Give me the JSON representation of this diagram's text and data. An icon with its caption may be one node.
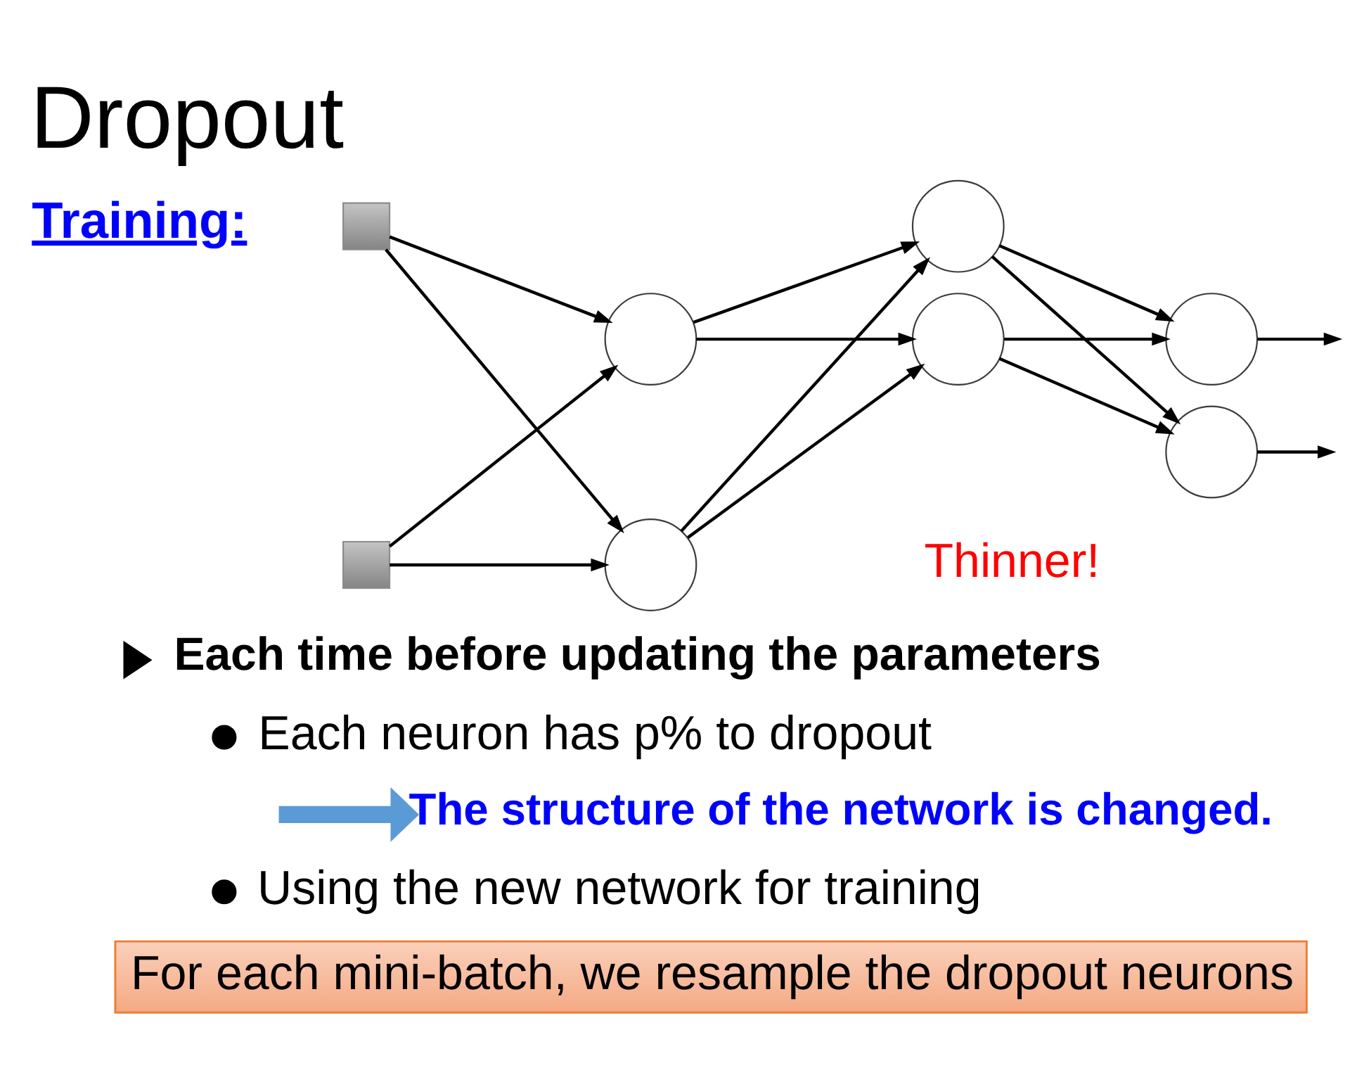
{
  "diagram": {
    "title": "Dropout",
    "nodes": [
      {
        "text": [],
        "shape": "box"
      },
      {
        "text": [],
        "shape": "box"
      },
      {
        "text": [],
        "shape": "circle"
      },
      {
        "text": [],
        "shape": "circle"
      },
      {
        "text": [],
        "shape": "circle"
      },
      {
        "text": [],
        "shape": "circle"
      },
      {
        "text": [],
        "shape": "circle"
      },
      {
        "text": [],
        "shape": "circle"
      },
      {
        "text": [],
        "shape": "triangle"
      },
      {
        "text": [],
        "shape": "dot"
      },
      {
        "text": [
          "The structure of the network is changed."
        ]
      },
      {
        "text": [],
        "shape": "dot"
      },
      {
        "text": [
          "For each mini-batch, we resample the dropout neurons"
        ]
      }
    ],
    "edges": [
      {
        "from": 0,
        "to": 2,
        "arrow": "to"
      },
      {
        "from": 0,
        "to": 3,
        "arrow": "to"
      },
      {
        "from": 1,
        "to": 2,
        "arrow": "to"
      },
      {
        "from": 1,
        "to": 3,
        "arrow": "to"
      },
      {
        "from": 2,
        "to": 4,
        "arrow": "to"
      },
      {
        "from": 2,
        "to": 5,
        "arrow": "to"
      },
      {
        "from": 3,
        "to": 4,
        "arrow": "to"
      },
      {
        "from": 3,
        "to": 5,
        "arrow": "to"
      },
      {
        "from": 4,
        "to": 6,
        "arrow": "to"
      },
      {
        "from": 4,
        "to": 7,
        "arrow": "to"
      },
      {
        "from": 5,
        "to": 6,
        "arrow": "to"
      },
      {
        "from": 5,
        "to": 7,
        "arrow": "to"
      },
      {
        "from": 6,
        "to": null,
        "arrow": "to"
      },
      {
        "from": 7,
        "to": null,
        "arrow": "to"
      },
      {
        "from": null,
        "to": 10,
        "arrow": "to",
        "style": "thick",
        "color": "#5b9bd5"
      }
    ],
    "labels": [
      "Training:",
      "Thinner!",
      "Each time before updating the parameters",
      "Each neuron has p% to dropout",
      "Using the new network for training"
    ]
  }
}
